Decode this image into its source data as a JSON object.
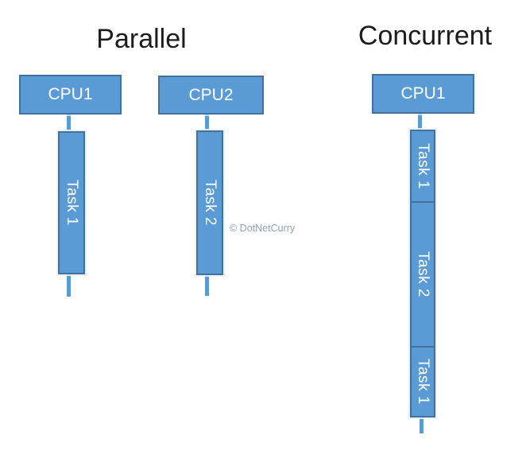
{
  "sections": [
    {
      "title": "Parallel",
      "cpus": [
        {
          "label": "CPU1",
          "task": "Task 1"
        },
        {
          "label": "CPU2",
          "task": "Task 2"
        }
      ]
    },
    {
      "title": "Concurrent",
      "cpus": [
        {
          "label": "CPU1",
          "segments": [
            "Task 1",
            "Task 2",
            "Task 1"
          ]
        }
      ]
    }
  ],
  "watermark": "© DotNetCurry",
  "colors": {
    "shape_fill": "#5B9BD5",
    "shape_border": "#41719C",
    "shape_label": "#FFFFFF",
    "title_text": "#1C1C1C",
    "watermark_text": "#8CA0BE"
  }
}
